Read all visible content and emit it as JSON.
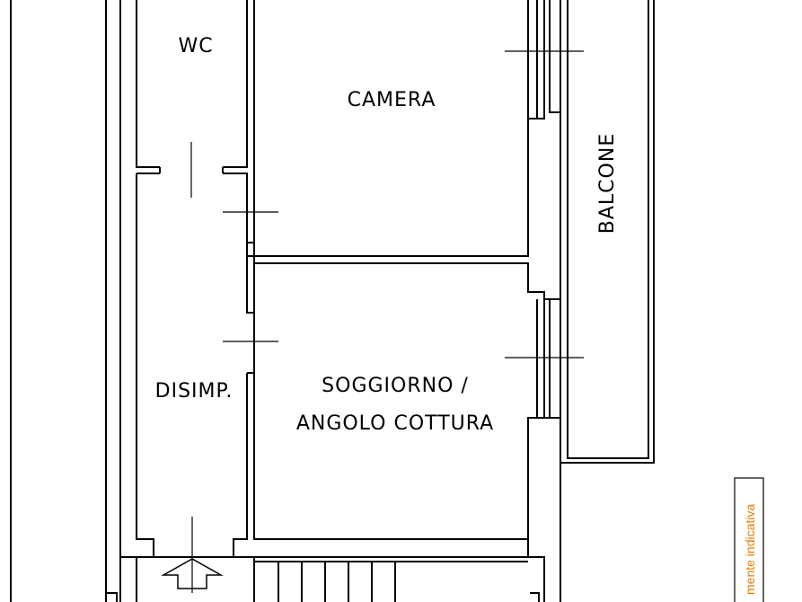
{
  "rooms": {
    "wc": "WC",
    "camera": "CAMERA",
    "balcone": "BALCONE",
    "disimpegno": "DISIMP.",
    "soggiorno_line1": "SOGGIORNO /",
    "soggiorno_line2": "ANGOLO COTTURA"
  },
  "note": {
    "text": "mente indicativa",
    "color": "#e67e00"
  },
  "colors": {
    "line": "#000000",
    "background": "#ffffff"
  }
}
